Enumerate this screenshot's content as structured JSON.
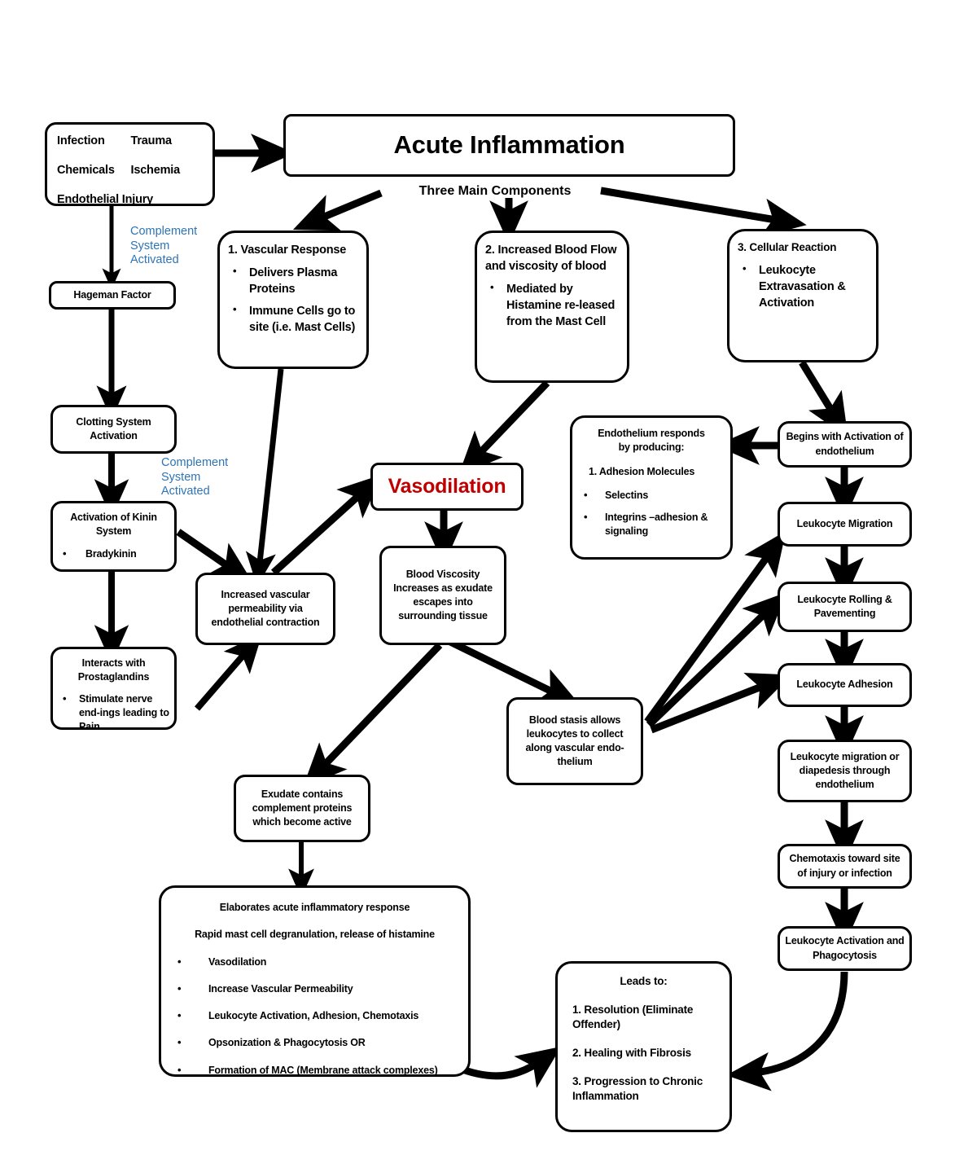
{
  "title": {
    "text": "Acute Inflammation"
  },
  "subtitle": {
    "text": "Three Main Components"
  },
  "colors": {
    "accent_blue": "#2E74B5",
    "vasodilation_red": "#C00000",
    "stroke_black": "#000000",
    "background": "#FFFFFF"
  },
  "causes": {
    "items": [
      "Infection",
      "Trauma",
      "Chemicals",
      "Ischemia",
      "Endothelial Injury"
    ]
  },
  "annotations": {
    "complement_1": "Complement\nSystem\nActivated",
    "complement_1_lines": [
      "Complement",
      "System",
      "Activated"
    ],
    "complement_2_lines": [
      "Complement",
      "System",
      "Activated"
    ]
  },
  "components": {
    "one": {
      "heading": "1. Vascular Response",
      "bullets": [
        "Delivers Plasma Proteins",
        "Immune Cells go to site (i.e. Mast Cells)"
      ]
    },
    "two": {
      "heading": "2. Increased Blood Flow and viscosity of blood",
      "bullets": [
        "Mediated by Histamine re-leased from the Mast Cell"
      ]
    },
    "three": {
      "heading": "3. Cellular Reaction",
      "bullets": [
        "Leukocyte Extravasation & Activation"
      ]
    }
  },
  "left_chain": {
    "hageman": "Hageman Factor",
    "clotting": "Clotting System Activation",
    "kinin_heading": "Activation of Kinin System",
    "kinin_bullets": [
      "Bradykinin"
    ],
    "prostaglandin_heading": "Interacts with Prostaglandins",
    "prostaglandin_bullets": [
      "Stimulate nerve end-ings leading to Pain"
    ]
  },
  "center_chain": {
    "permeability": "Increased vascular permeability via endothelial contraction",
    "vasodilation": "Vasodilation",
    "viscosity": "Blood Viscosity Increases as exudate escapes into surrounding tissue",
    "exudate": "Exudate contains complement proteins which become active",
    "stasis": "Blood stasis allows leukocytes to collect along vascular endo-thelium"
  },
  "endothelium": {
    "heading_lines": [
      "Endothelium responds",
      "by producing:"
    ],
    "numbered": "1. Adhesion Molecules",
    "bullets": [
      "Selectins",
      "Integrins –adhesion & signaling"
    ]
  },
  "right_chain": {
    "steps": [
      "Begins with Activation of endothelium",
      "Leukocyte Migration",
      "Leukocyte Rolling & Pavementing",
      "Leukocyte Adhesion",
      "Leukocyte migration or diapedesis through endothelium",
      "Chemotaxis toward site of injury or infection",
      "Leukocyte Activation and Phagocytosis"
    ]
  },
  "elaborates": {
    "line1": "Elaborates acute inflammatory response",
    "line2": "Rapid mast cell degranulation, release of histamine",
    "bullets": [
      "Vasodilation",
      "Increase Vascular Permeability",
      "Leukocyte Activation, Adhesion, Chemotaxis",
      "Opsonization & Phagocytosis OR",
      "Formation of MAC (Membrane attack complexes)"
    ]
  },
  "leads_to": {
    "heading": "Leads to:",
    "items": [
      "1.  Resolution (Eliminate Offender)",
      "2. Healing with Fibrosis",
      "3. Progression to Chronic Inflammation"
    ]
  }
}
